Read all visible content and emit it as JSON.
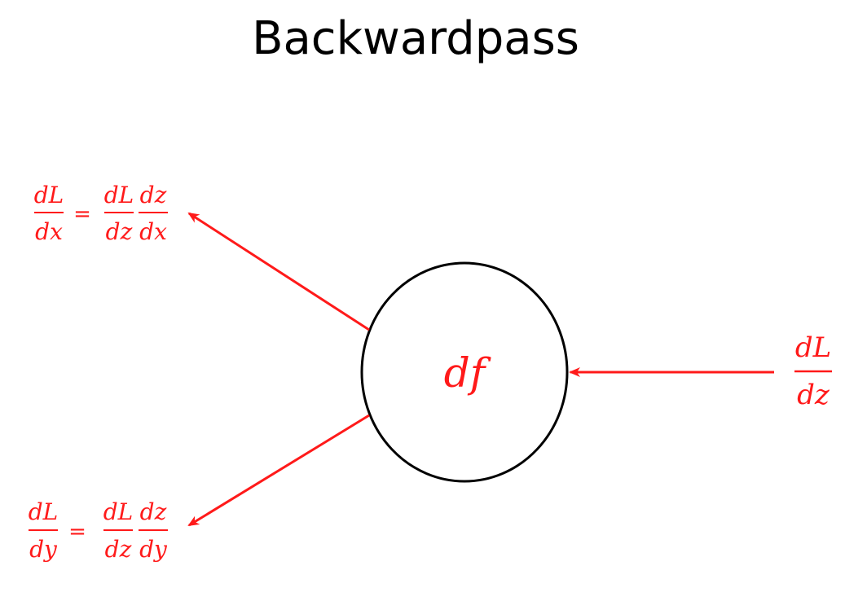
{
  "title": "Backwardpass",
  "colors": {
    "accent": "#ff1a1a",
    "node_stroke": "#000000",
    "text": "#000000"
  },
  "node": {
    "label": "df"
  },
  "upstream_gradient": {
    "numerator": "dL",
    "denominator": "dz"
  },
  "grad_x": {
    "lhs_num": "dL",
    "lhs_den": "dx",
    "equals": "=",
    "rhs1_num": "dL",
    "rhs1_den": "dz",
    "rhs2_num": "dz",
    "rhs2_den": "dx"
  },
  "grad_y": {
    "lhs_num": "dL",
    "lhs_den": "dy",
    "equals": "=",
    "rhs1_num": "dL",
    "rhs1_den": "dz",
    "rhs2_num": "dz",
    "rhs2_den": "dy"
  }
}
